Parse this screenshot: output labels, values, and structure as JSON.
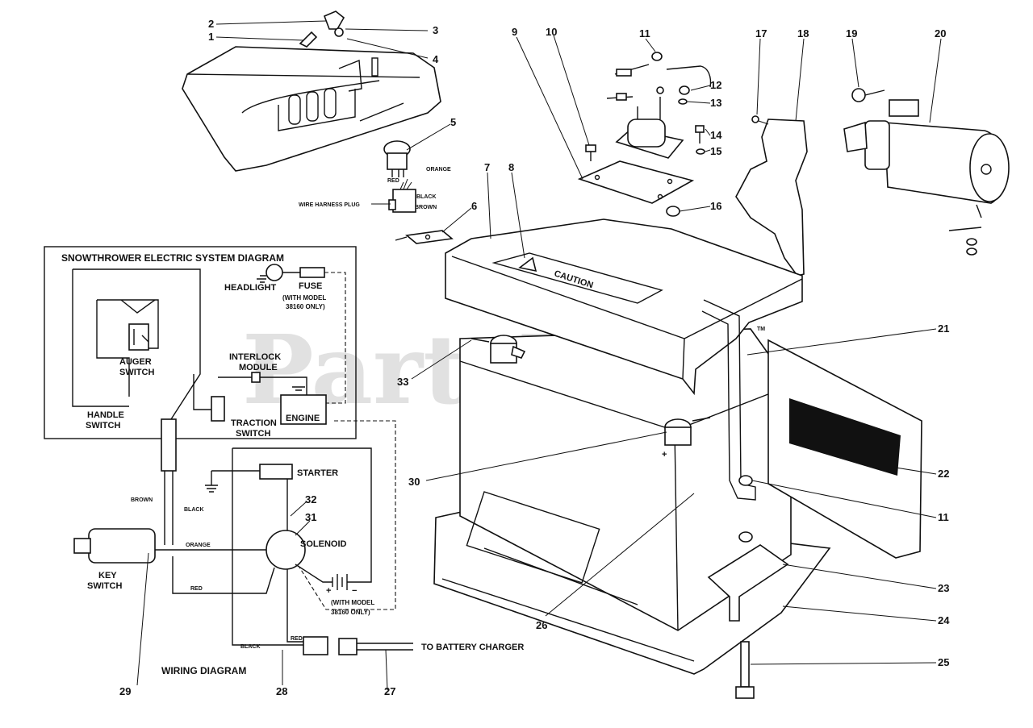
{
  "watermark": {
    "text": "PartsTree",
    "tm": "TM"
  },
  "callouts": {
    "c1": "1",
    "c2": "2",
    "c3": "3",
    "c4": "4",
    "c5": "5",
    "c6": "6",
    "c7": "7",
    "c8": "8",
    "c9": "9",
    "c10": "10",
    "c11a": "11",
    "c12": "12",
    "c13": "13",
    "c14": "14",
    "c15": "15",
    "c16": "16",
    "c17": "17",
    "c18": "18",
    "c19": "19",
    "c20": "20",
    "c21": "21",
    "c22": "22",
    "c23": "23",
    "c24": "24",
    "c25": "25",
    "c26": "26",
    "c27": "27",
    "c28": "28",
    "c29": "29",
    "c30": "30",
    "c31": "31",
    "c32": "32",
    "c33": "33",
    "c11b": "11"
  },
  "harness_plug": {
    "orange": "ORANGE",
    "red": "RED",
    "black": "BLACK",
    "brown": "BROWN",
    "label": "WIRE HARNESS PLUG"
  },
  "battery_cover_label": "CAUTION",
  "electric_diagram": {
    "title": "SNOWTHROWER ELECTRIC SYSTEM DIAGRAM",
    "headlight": "HEADLIGHT",
    "fuse": "FUSE",
    "fuse_note_1": "(WITH MODEL",
    "fuse_note_2": "38160 ONLY)",
    "auger_switch_1": "AUGER",
    "auger_switch_2": "SWITCH",
    "interlock_1": "INTERLOCK",
    "interlock_2": "MODULE",
    "handle_switch_1": "HANDLE",
    "handle_switch_2": "SWITCH",
    "traction_switch_1": "TRACTION",
    "traction_switch_2": "SWITCH",
    "engine": "ENGINE"
  },
  "wiring_diagram": {
    "title": "WIRING DIAGRAM",
    "starter": "STARTER",
    "solenoid": "SOLENOID",
    "key_switch_1": "KEY",
    "key_switch_2": "SWITCH",
    "brown": "BROWN",
    "black": "BLACK",
    "orange": "ORANGE",
    "red": "RED",
    "black2": "BLACK",
    "red2": "RED",
    "model_note_1": "(WITH MODEL",
    "model_note_2": "38160 ONLY)",
    "plus": "+",
    "minus": "−",
    "to_charger": "TO BATTERY CHARGER"
  }
}
